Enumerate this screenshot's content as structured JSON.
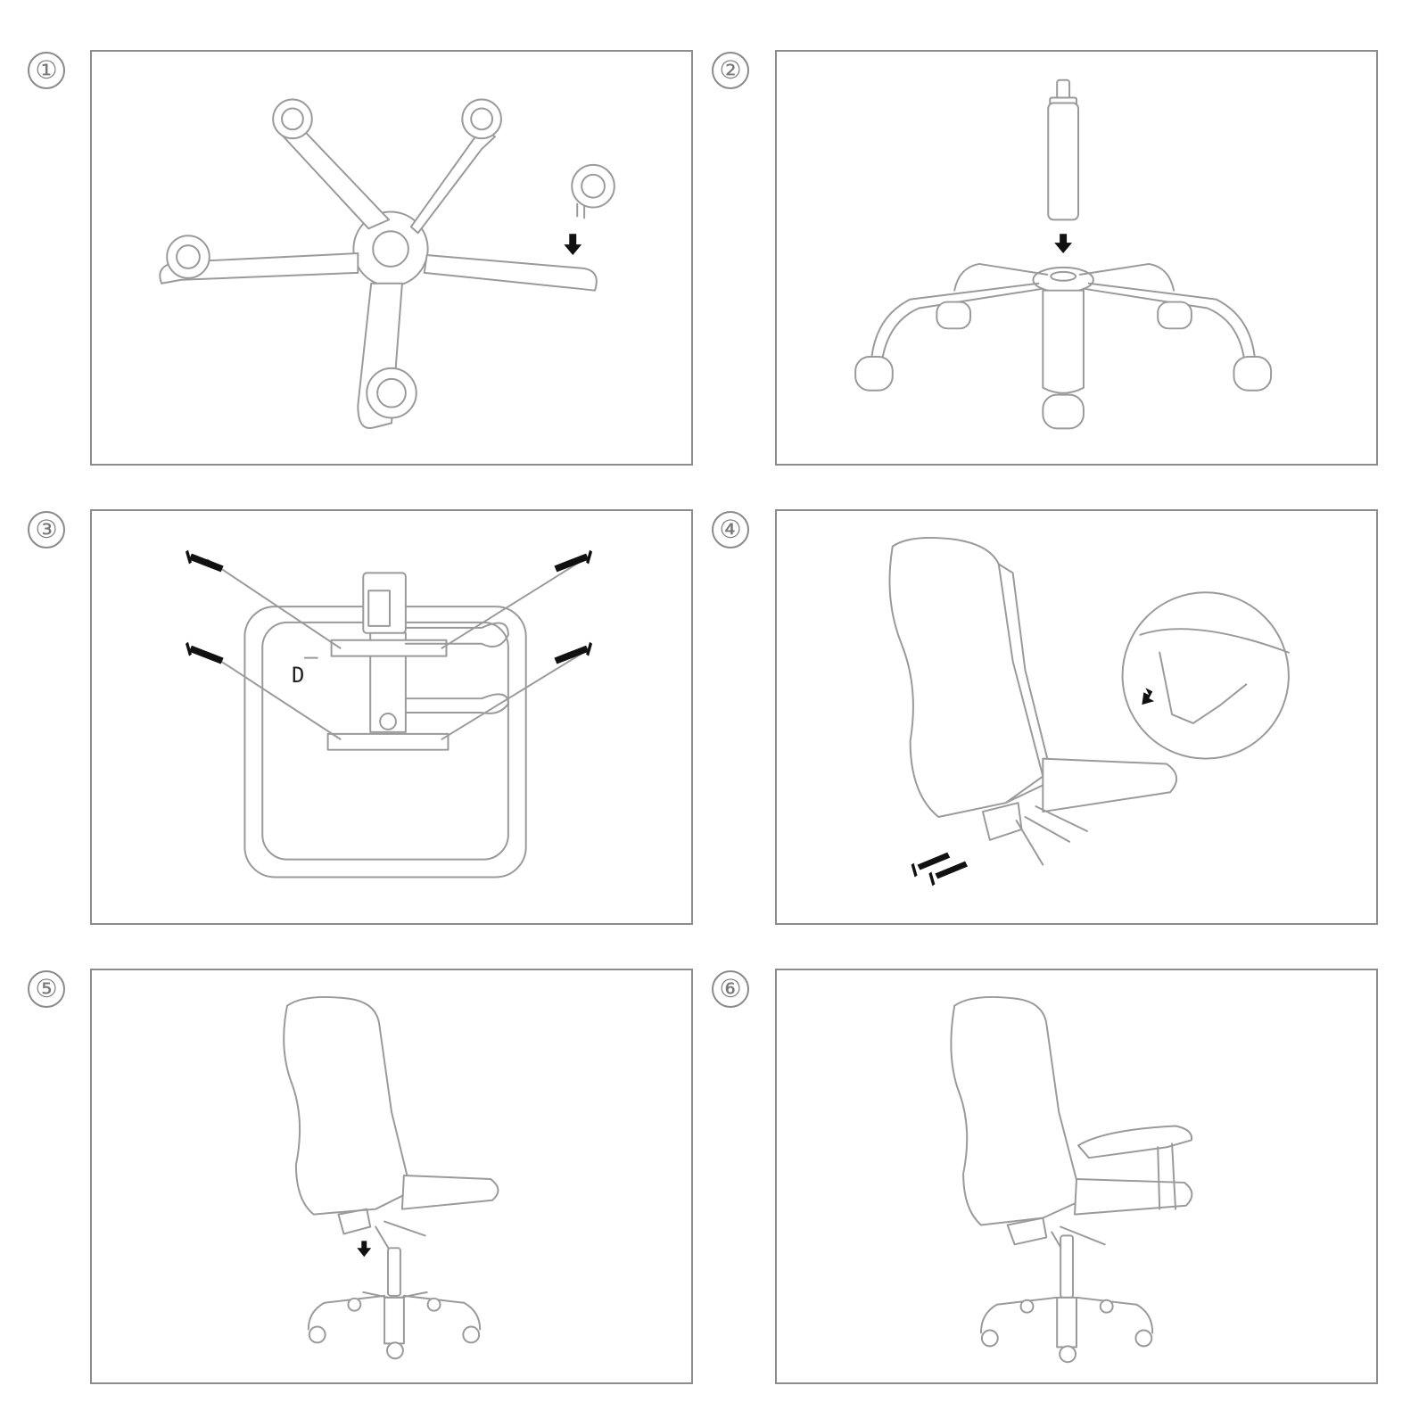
{
  "steps": [
    {
      "number": "①"
    },
    {
      "number": "②"
    },
    {
      "number": "③",
      "part_label": "D"
    },
    {
      "number": "④"
    },
    {
      "number": "⑤"
    },
    {
      "number": "⑥"
    }
  ],
  "colors": {
    "line": "#9a9a9a",
    "frame": "#8c8c8c",
    "screw": "#111111"
  },
  "icons": [
    "caster-icon",
    "gas-lift-icon",
    "screw-icon",
    "arrow-down-icon",
    "chair-icon"
  ]
}
